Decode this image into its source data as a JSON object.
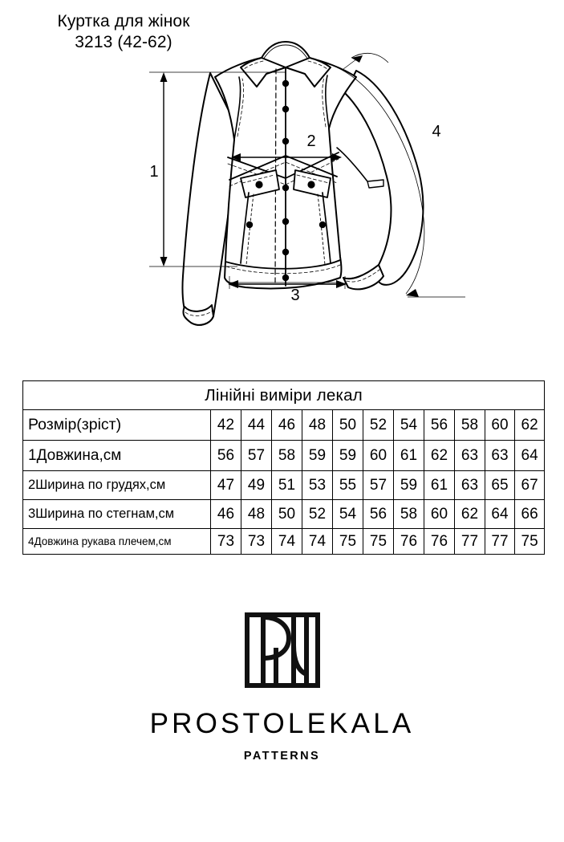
{
  "title": {
    "line1": "Куртка для жінок",
    "line2": "3213 (42-62)"
  },
  "drawing": {
    "name": "womens-jacket-technical-flat",
    "measurement_labels": {
      "m1": "1",
      "m2": "2",
      "m3": "3",
      "m4": "4"
    },
    "stroke_color": "#000000",
    "fill_color": "#ffffff"
  },
  "table": {
    "title": "Лінійні виміри лекал",
    "rows": [
      {
        "label": "Розмір(зріст)",
        "values": [
          "42",
          "44",
          "46",
          "48",
          "50",
          "52",
          "54",
          "56",
          "58",
          "60",
          "62"
        ]
      },
      {
        "label": "1Довжина,см",
        "values": [
          "56",
          "57",
          "58",
          "59",
          "59",
          "60",
          "61",
          "62",
          "63",
          "63",
          "64"
        ]
      },
      {
        "label": "2Ширина по грудях,см",
        "values": [
          "47",
          "49",
          "51",
          "53",
          "55",
          "57",
          "59",
          "61",
          "63",
          "65",
          "67"
        ]
      },
      {
        "label": "3Ширина по стегнам,см",
        "values": [
          "46",
          "48",
          "50",
          "52",
          "54",
          "56",
          "58",
          "60",
          "62",
          "64",
          "66"
        ]
      },
      {
        "label": "4Довжина рукава плечем,см",
        "values": [
          "73",
          "73",
          "74",
          "74",
          "75",
          "75",
          "76",
          "76",
          "77",
          "77",
          "75"
        ]
      }
    ]
  },
  "logo": {
    "mark_name": "prostolekala-monogram-icon",
    "wordmark": "PROSTOLEKALA",
    "subwordmark": "PATTERNS",
    "color": "#111111"
  }
}
